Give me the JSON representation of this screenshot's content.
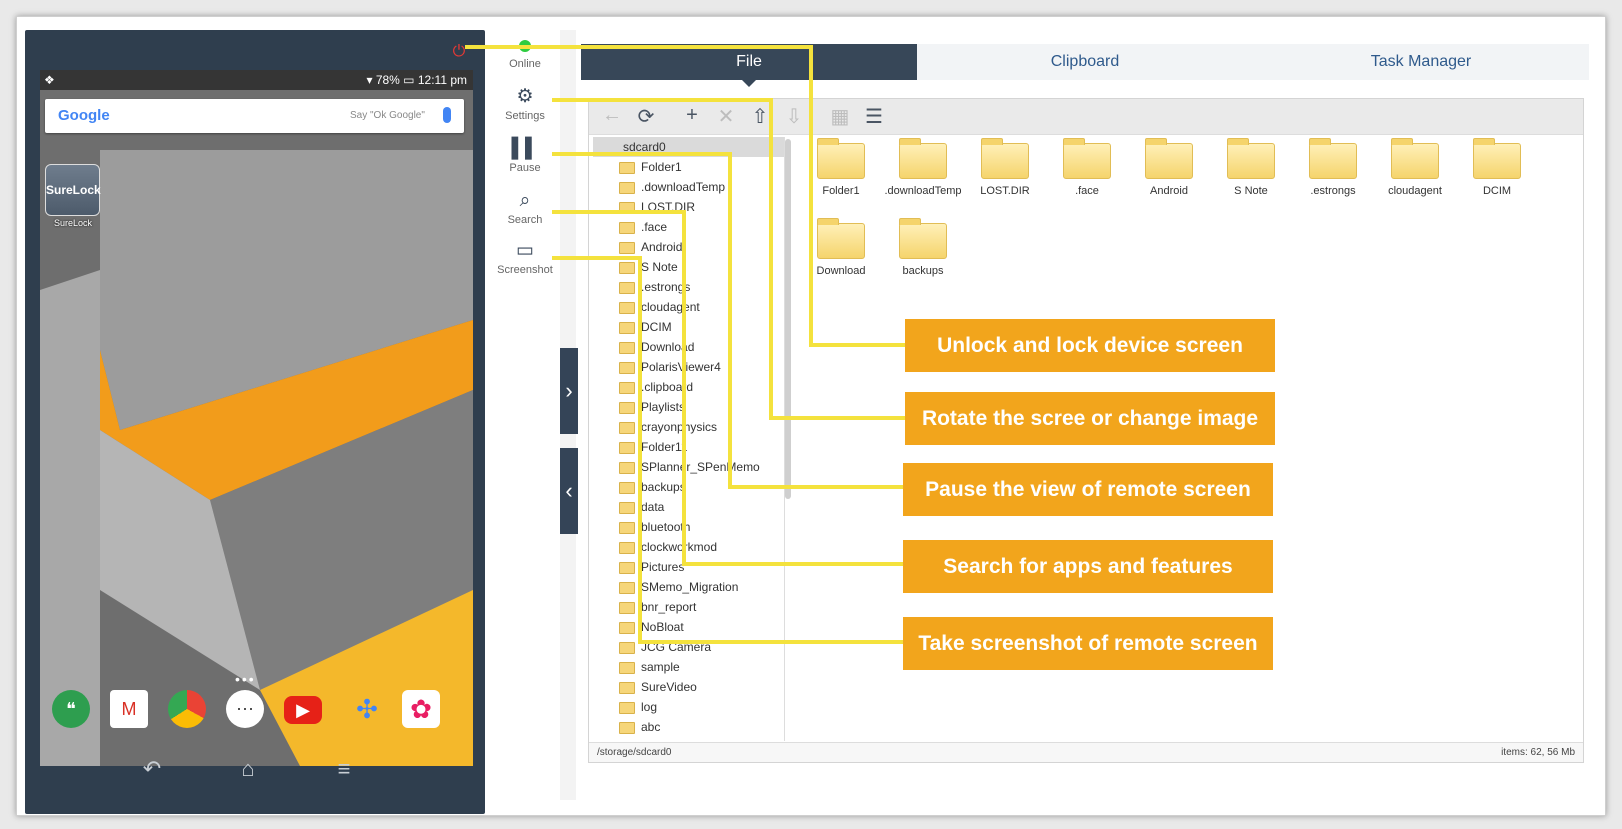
{
  "phone": {
    "status_left": "❖",
    "status_right": "▾ 78% ▭ 12:11 pm",
    "google_logo": "Google",
    "google_hint": "Say \"Ok Google\"",
    "app_name": "SureLock",
    "app_label": "SureLock",
    "dots": "•••"
  },
  "toolbar": {
    "online": "Online",
    "settings": "Settings",
    "pause": "Pause",
    "search": "Search",
    "screenshot": "Screenshot"
  },
  "tabs": [
    {
      "label": "File"
    },
    {
      "label": "Clipboard"
    },
    {
      "label": "Task Manager"
    }
  ],
  "tree": {
    "root": "sdcard0",
    "items": [
      "Folder1",
      ".downloadTemp",
      "LOST.DIR",
      ".face",
      "Android",
      "S Note",
      ".estrongs",
      "cloudagent",
      "DCIM",
      "Download",
      "PolarisViewer4",
      ".clipboard",
      "Playlists",
      "crayonphysics",
      "Folder11",
      "SPlanner_SPenMemo",
      "backups",
      "data",
      "bluetooth",
      "clockworkmod",
      "Pictures",
      "SMemo_Migration",
      "bnr_report",
      "NoBloat",
      "JCG Camera",
      "sample",
      "SureVideo",
      "log",
      "abc"
    ]
  },
  "grid": [
    "Folder1",
    ".downloadTemp",
    "LOST.DIR",
    ".face",
    "Android",
    "S Note",
    ".estrongs",
    "cloudagent",
    "DCIM",
    "Download",
    "backups"
  ],
  "status": {
    "path": "/storage/sdcard0",
    "items": "items: 62, 56 Mb"
  },
  "callouts": {
    "c1": "Unlock and lock device screen",
    "c2": "Rotate the scree or change image",
    "c3": "Pause the view of remote screen",
    "c4": "Search for apps and features",
    "c5": "Take screenshot of remote screen"
  },
  "colors": {
    "phone_frame": "#2f3e4e",
    "accent_tab": "#374758",
    "callout": "#f2a51c",
    "leader_line": "#f4e23d"
  }
}
